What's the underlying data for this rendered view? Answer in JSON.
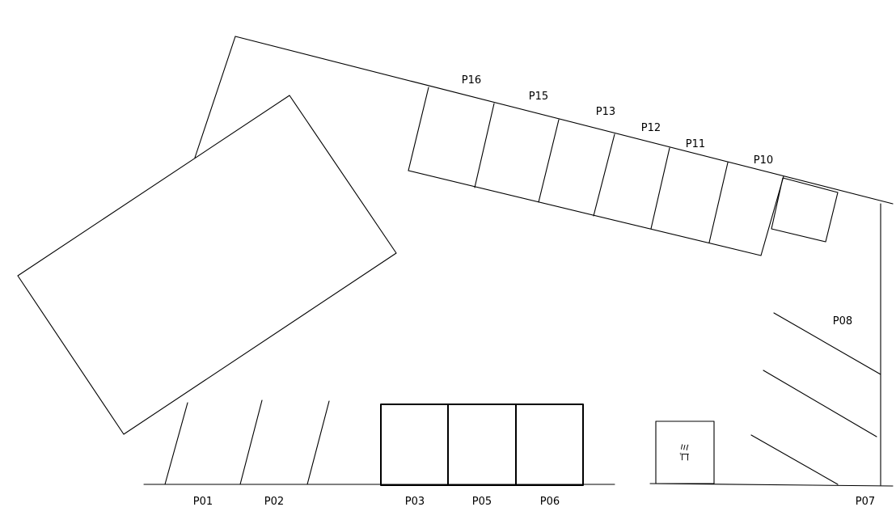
{
  "map": {
    "spaces": {
      "p01": "P01",
      "p02": "P02",
      "p03": "P03",
      "p05": "P05",
      "p06": "P06",
      "p07": "P07",
      "p08": "P08",
      "p10": "P10",
      "p11": "P11",
      "p12": "P12",
      "p13": "P13",
      "p15": "P15",
      "p16": "P16"
    },
    "garbage_label": "ゴミ",
    "line_color": "#000000",
    "background_color": "#ffffff"
  }
}
